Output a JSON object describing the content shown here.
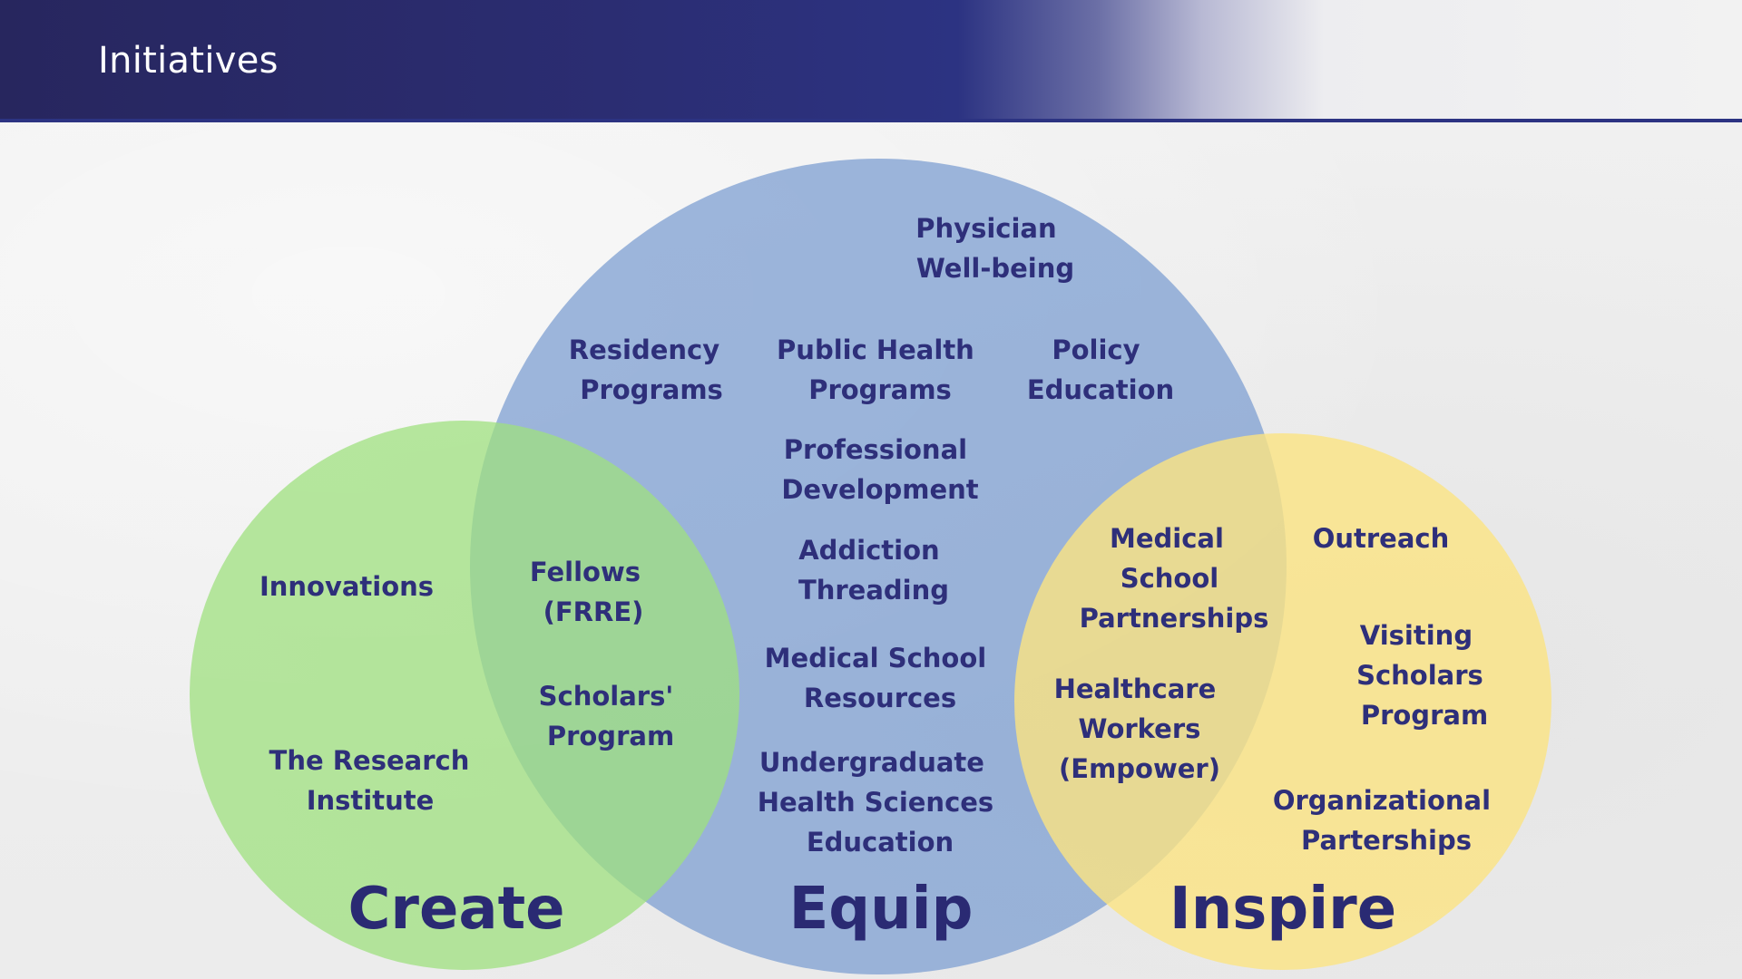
{
  "header": {
    "title": "Initiatives"
  },
  "colors": {
    "create": "#9fe07f",
    "equip": "#7d9fd1",
    "inspire": "#fbe382",
    "text": "#2e2f7a"
  },
  "circles": {
    "create": "Create",
    "equip": "Equip",
    "inspire": "Inspire"
  },
  "items": {
    "physician_wellbeing": [
      "Physician",
      "Well-being"
    ],
    "residency_programs": [
      "Residency",
      "Programs"
    ],
    "public_health_programs": [
      "Public Health",
      "Programs"
    ],
    "policy_education": [
      "Policy",
      "Education"
    ],
    "professional_development": [
      "Professional",
      "Development"
    ],
    "addiction_threading": [
      "Addiction",
      "Threading"
    ],
    "medical_school_resources": [
      "Medical School",
      "Resources"
    ],
    "undergraduate_health_sciences": [
      "Undergraduate",
      "Health Sciences",
      "Education"
    ],
    "innovations": [
      "Innovations"
    ],
    "research_institute": [
      "The Research",
      "Institute"
    ],
    "fellows_frre": [
      "Fellows",
      "(FRRE)"
    ],
    "scholars_program": [
      "Scholars'",
      "Program"
    ],
    "medical_school_partnerships": [
      "Medical",
      "School",
      "Partnerships"
    ],
    "healthcare_workers": [
      "Healthcare",
      "Workers",
      "(Empower)"
    ],
    "outreach": [
      "Outreach"
    ],
    "visiting_scholars": [
      "Visiting",
      "Scholars",
      "Program"
    ],
    "organizational_partnerships": [
      "Organizational",
      "Parterships"
    ]
  }
}
